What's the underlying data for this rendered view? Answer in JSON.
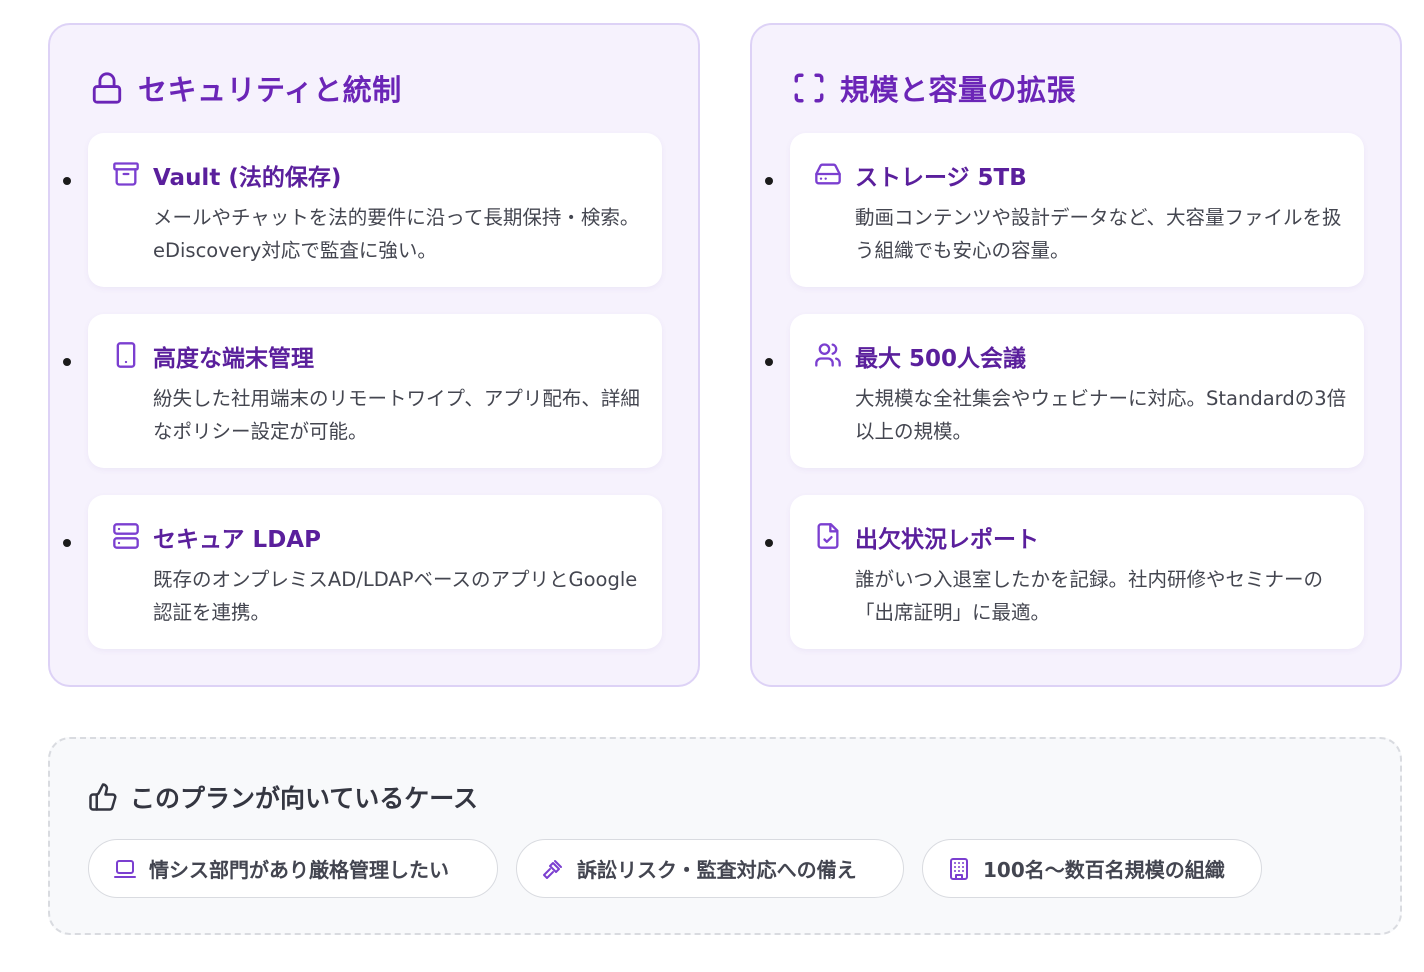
{
  "colors": {
    "accent": "#6b25b7",
    "feature_title": "#5a1f9c",
    "icon": "#7b3fd0",
    "panel_bg": "#f6f2fd",
    "panel_border": "#ddd2f6",
    "body_text": "#444650",
    "cases_bg": "#f8f9fb",
    "cases_border": "#d9dbe0"
  },
  "security": {
    "title": "セキュリティと統制",
    "icon": "lock-icon",
    "features": [
      {
        "icon": "archive-icon",
        "title": "Vault (法的保存)",
        "description": "メールやチャットを法的要件に沿って長期保持・検索。eDiscovery対応で監査に強い。"
      },
      {
        "icon": "smartphone-icon",
        "title": "高度な端末管理",
        "description": "紛失した社用端末のリモートワイプ、アプリ配布、詳細なポリシー設定が可能。"
      },
      {
        "icon": "server-icon",
        "title": "セキュア LDAP",
        "description": "既存のオンプレミスAD/LDAPベースのアプリとGoogle認証を連携。"
      }
    ]
  },
  "scale": {
    "title": "規模と容量の拡張",
    "icon": "scan-frame-icon",
    "features": [
      {
        "icon": "hard-drive-icon",
        "title": "ストレージ 5TB",
        "description": "動画コンテンツや設計データなど、大容量ファイルを扱う組織でも安心の容量。"
      },
      {
        "icon": "users-icon",
        "title": "最大 500人会議",
        "description": "大規模な全社集会やウェビナーに対応。Standardの3倍以上の規模。"
      },
      {
        "icon": "file-check-icon",
        "title": "出欠状況レポート",
        "description": "誰がいつ入退室したかを記録。社内研修やセミナーの「出席証明」に最適。"
      }
    ]
  },
  "cases": {
    "title": "このプランが向いているケース",
    "icon": "thumbs-up-icon",
    "chips": [
      {
        "icon": "laptop-icon",
        "label": "情シス部門があり厳格管理したい"
      },
      {
        "icon": "gavel-icon",
        "label": "訴訟リスク・監査対応への備え"
      },
      {
        "icon": "building-icon",
        "label": "100名〜数百名規模の組織"
      }
    ]
  }
}
